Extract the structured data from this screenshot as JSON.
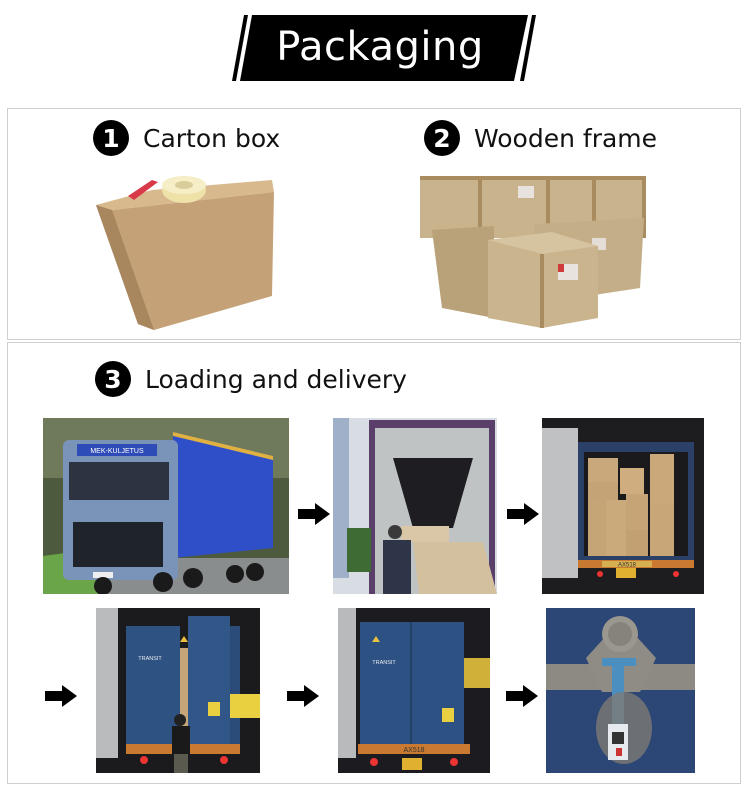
{
  "banner": {
    "title": "Packaging"
  },
  "sections": [
    {
      "number": "1",
      "label": "Carton box",
      "image": "carton-box-photo"
    },
    {
      "number": "2",
      "label": "Wooden frame",
      "image": "wooden-crates-photo"
    },
    {
      "number": "3",
      "label": "Loading and delivery"
    }
  ],
  "delivery_steps": [
    {
      "image": "blue-truck-photo",
      "truck_sign": "MEK-KULJETUS"
    },
    {
      "image": "empty-container-loading-photo"
    },
    {
      "image": "container-filled-with-boxes-photo",
      "plate": "AX518"
    },
    {
      "image": "container-doors-closing-photo",
      "brand": "TRANSIT"
    },
    {
      "image": "container-closed-photo",
      "brand": "TRANSIT",
      "plate": "AX518"
    },
    {
      "image": "container-seal-photo"
    }
  ],
  "icons": {
    "arrow": "arrow-right-icon"
  },
  "colors": {
    "banner": "#000000",
    "border": "#cfcfcf",
    "cardboard": "#c4a176",
    "truck_blue": "#2f4fc9",
    "container_blue": "#2c4a78"
  }
}
